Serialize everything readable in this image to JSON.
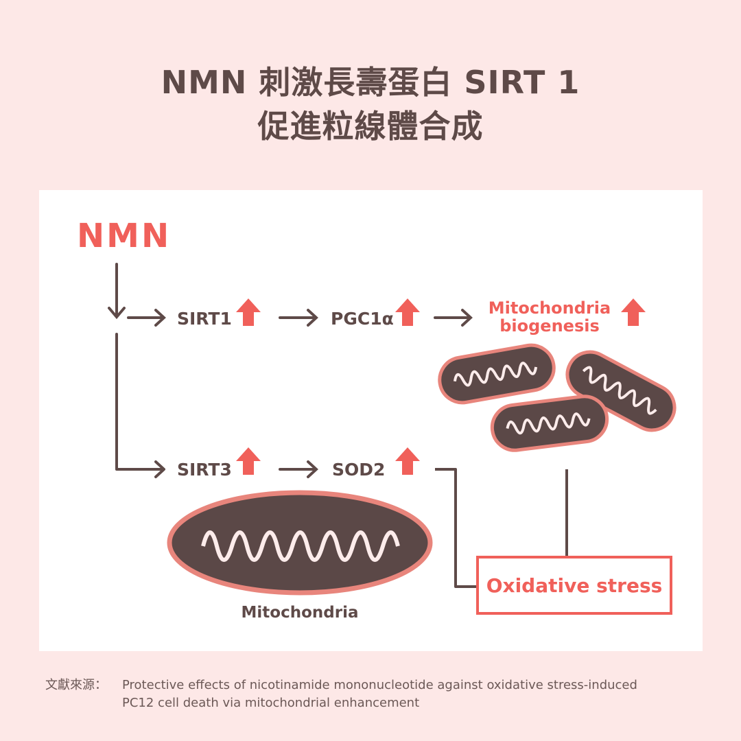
{
  "title": {
    "line1": "NMN 刺激長壽蛋白 SIRT 1",
    "line2": "促進粒線體合成"
  },
  "diagram": {
    "source_node": "NMN",
    "nodes": {
      "sirt1": "SIRT1",
      "pgc1a": "PGC1α",
      "biogenesis_line1": "Mitochondria",
      "biogenesis_line2": "biogenesis",
      "sirt3": "SIRT3",
      "sod2": "SOD2",
      "mitochondria_label": "Mitochondria",
      "oxidative_stress": "Oxidative stress"
    },
    "icons": {
      "increase": "up-arrow-icon",
      "organelle": "mitochondrion-icon"
    },
    "colors": {
      "accent": "#f0605a",
      "text": "#5e4a48",
      "organelle_fill": "#5b4847",
      "organelle_outline": "#e8857c",
      "cristae": "#fdeceb",
      "background": "#fde8e7",
      "panel": "#ffffff"
    }
  },
  "citation": {
    "label": "文獻來源：",
    "line1": "Protective effects of nicotinamide mononucleotide against oxidative stress-induced",
    "line2": "PC12 cell death via mitochondrial enhancement"
  }
}
